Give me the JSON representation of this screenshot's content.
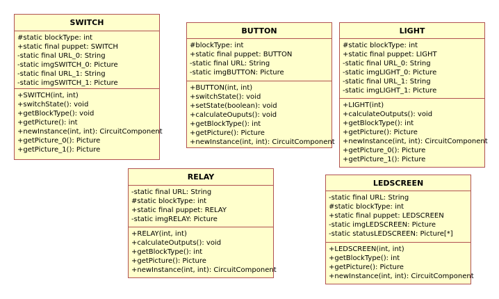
{
  "classes": [
    {
      "id": "switch",
      "name": "SWITCH",
      "attributes": [
        "#static blockType: int",
        "+static final puppet: SWITCH",
        "-static final URL_0: String",
        "-static imgSWITCH_0: Picture",
        "-static final URL_1: String",
        "-static imgSWITCH_1: Picture"
      ],
      "operations": [
        "+SWITCH(int, int)",
        "+switchState(): void",
        "+getBlockType(): void",
        "+getPicture(): int",
        "+newInstance(int, int): CircuitComponent",
        "+getPicture_0(): Picture",
        "+getPicture_1(): Picture"
      ]
    },
    {
      "id": "button",
      "name": "BUTTON",
      "attributes": [
        "#blockType: int",
        "+static final puppet: BUTTON",
        "-static final URL: String",
        "-static imgBUTTON: Picture"
      ],
      "operations": [
        "+BUTTON(int, int)",
        "+switchState(): void",
        "+setState(boolean): void",
        "+calculateOuputs(): void",
        "+getBlockType(): int",
        "+getPicture(): Picture",
        "+newInstance(int, int): CircuitComponent"
      ]
    },
    {
      "id": "light",
      "name": "LIGHT",
      "attributes": [
        "#static blockType: int",
        "+static final puppet: LIGHT",
        "-static final URL_0: String",
        "-static imgLIGHT_0: Picture",
        "-static final URL_1: String",
        "-static imgLIGHT_1: Picture"
      ],
      "operations": [
        "+LIGHT(int)",
        "+calculateOutputs(): void",
        "+getBlockType(): int",
        "+getPicture(): Picture",
        "+newInstance(int, int): CircuitComponent",
        "+getPicture_0(): Picture",
        "+getPicture_1(): Picture"
      ]
    },
    {
      "id": "relay",
      "name": "RELAY",
      "attributes": [
        "-static final URL: String",
        "#static blockType: int",
        "+static final puppet: RELAY",
        "-static imgRELAY: Picture"
      ],
      "operations": [
        "+RELAY(int, int)",
        "+calculateOutputs(): void",
        "+getBlockType(): int",
        "+getPicture(): Picture",
        "+newInstance(int, int): CircuitComponent"
      ]
    },
    {
      "id": "ledscreen",
      "name": "LEDSCREEN",
      "attributes": [
        "-static final URL: String",
        "#static blockType: int",
        "+static final puppet: LEDSCREEN",
        "-static imgLEDSCREEN: Picture",
        "-static statusLEDSCREEN: Picture[*]"
      ],
      "operations": [
        "+LEDSCREEN(int, int)",
        "+getBlockType(): int",
        "+getPicture(): Picture",
        "+newInstance(int, int): CircuitComponent"
      ]
    }
  ]
}
